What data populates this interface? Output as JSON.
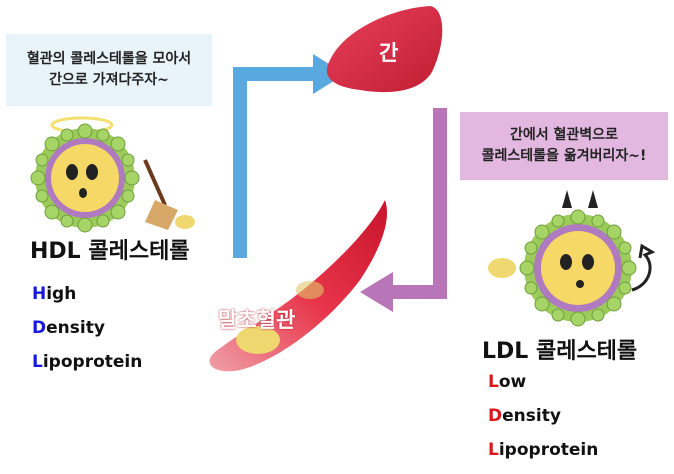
{
  "hdl": {
    "bubble_line1": "혈관의 콜레스테롤을 모아서",
    "bubble_line2": "간으로 가져다주자~",
    "title": "HDL 콜레스테롤",
    "acronym": [
      {
        "first": "H",
        "rest": "igh"
      },
      {
        "first": "D",
        "rest": "ensity"
      },
      {
        "first": "L",
        "rest": "ipoprotein"
      }
    ]
  },
  "ldl": {
    "bubble_line1": "간에서 혈관벽으로",
    "bubble_line2": "콜레스테롤을 옮겨버리자~!",
    "title": "LDL 콜레스테롤",
    "acronym": [
      {
        "first": "L",
        "rest": "ow"
      },
      {
        "first": "D",
        "rest": "ensity"
      },
      {
        "first": "L",
        "rest": "ipoprotein"
      }
    ]
  },
  "liver_label": "간",
  "vessel_label": "말초혈관",
  "colors": {
    "hdl_arrow": "#5aa8e0",
    "ldl_arrow": "#b876b8",
    "organ_red": "#d92b3f",
    "hdl_initial": "#1a1adb",
    "ldl_initial": "#d61a1a"
  },
  "icons": [
    "halo-icon",
    "broom-icon",
    "devil-horns-icon",
    "devil-tail-icon"
  ]
}
